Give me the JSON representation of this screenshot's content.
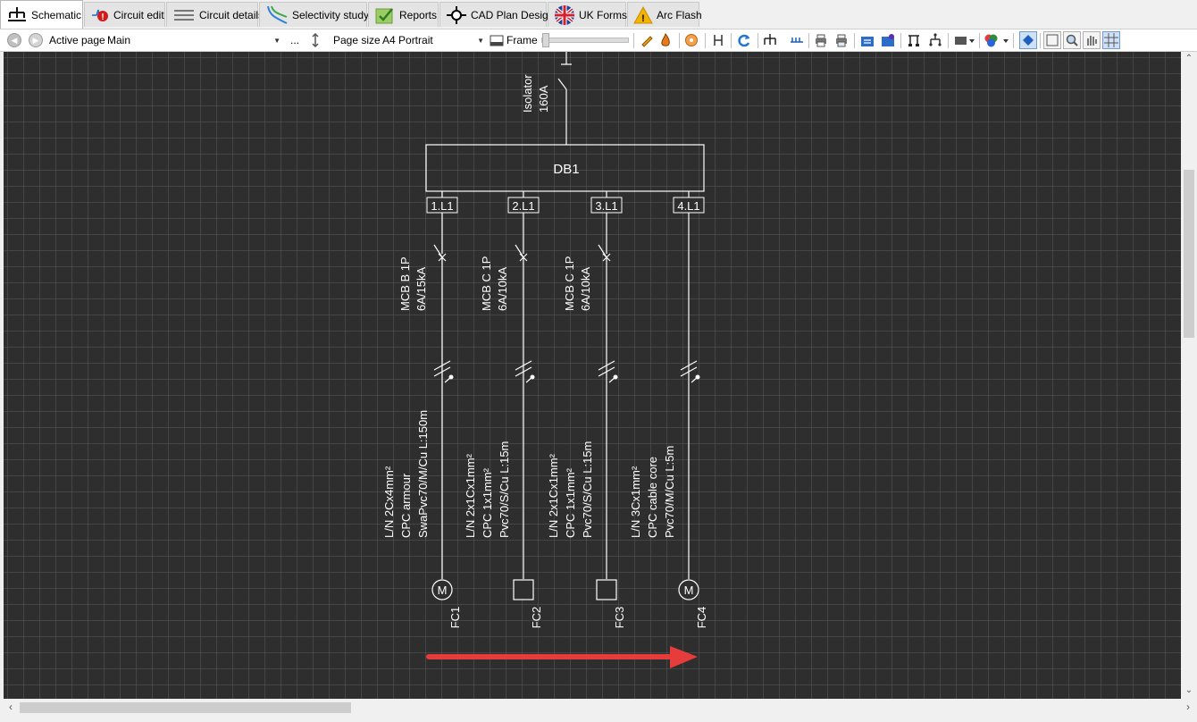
{
  "tabs": [
    {
      "label": "Schematic",
      "icon": "schematic-icon",
      "active": true
    },
    {
      "label": "Circuit edit",
      "icon": "circuit-edit-icon",
      "active": false
    },
    {
      "label": "Circuit details",
      "icon": "circuit-details-icon",
      "active": false
    },
    {
      "label": "Selectivity study",
      "icon": "selectivity-icon",
      "active": false
    },
    {
      "label": "Reports",
      "icon": "reports-icon",
      "active": false
    },
    {
      "label": "CAD Plan Design",
      "icon": "cad-plan-icon",
      "active": false
    },
    {
      "label": "UK Forms",
      "icon": "uk-flag-icon",
      "active": false
    },
    {
      "label": "Arc Flash",
      "icon": "warning-icon",
      "active": false
    }
  ],
  "toolbar": {
    "active_page_label": "Active page",
    "active_page_value": "Main",
    "ellipsis": "...",
    "page_size_label": "Page size",
    "page_size_value": "A4 Portrait",
    "frame_label": "Frame"
  },
  "schematic": {
    "isolator": {
      "name": "Isolator",
      "rating": "160A"
    },
    "board": {
      "name": "DB1"
    },
    "circuits": [
      {
        "port": "1.L1",
        "device": "MCB B 1P",
        "device_rating": "6A/15kA",
        "cable_lines": [
          "L/N 2Cx4mm²",
          "CPC armour",
          "SwaPvc70/M/Cu L:150m"
        ],
        "load_type": "motor",
        "load_symbol": "M",
        "load_id": "FC1"
      },
      {
        "port": "2.L1",
        "device": "MCB C 1P",
        "device_rating": "6A/10kA",
        "cable_lines": [
          "L/N 2x1Cx1mm²",
          "CPC 1x1mm²",
          "Pvc70/S/Cu L:15m"
        ],
        "load_type": "box",
        "load_symbol": "",
        "load_id": "FC2"
      },
      {
        "port": "3.L1",
        "device": "MCB C 1P",
        "device_rating": "6A/10kA",
        "cable_lines": [
          "L/N 2x1Cx1mm²",
          "CPC 1x1mm²",
          "Pvc70/S/Cu L:15m"
        ],
        "load_type": "box",
        "load_symbol": "",
        "load_id": "FC3"
      },
      {
        "port": "4.L1",
        "device": "",
        "device_rating": "",
        "cable_lines": [
          "L/N 3Cx1mm²",
          "CPC cable core",
          "Pvc70/M/Cu L:5m"
        ],
        "load_type": "motor",
        "load_symbol": "M",
        "load_id": "FC4"
      }
    ]
  },
  "colors": {
    "canvas_bg": "#2e2e2e",
    "grid": "#5c5c5c",
    "drawing": "#ffffff",
    "annotation_arrow": "#e63c3c"
  }
}
